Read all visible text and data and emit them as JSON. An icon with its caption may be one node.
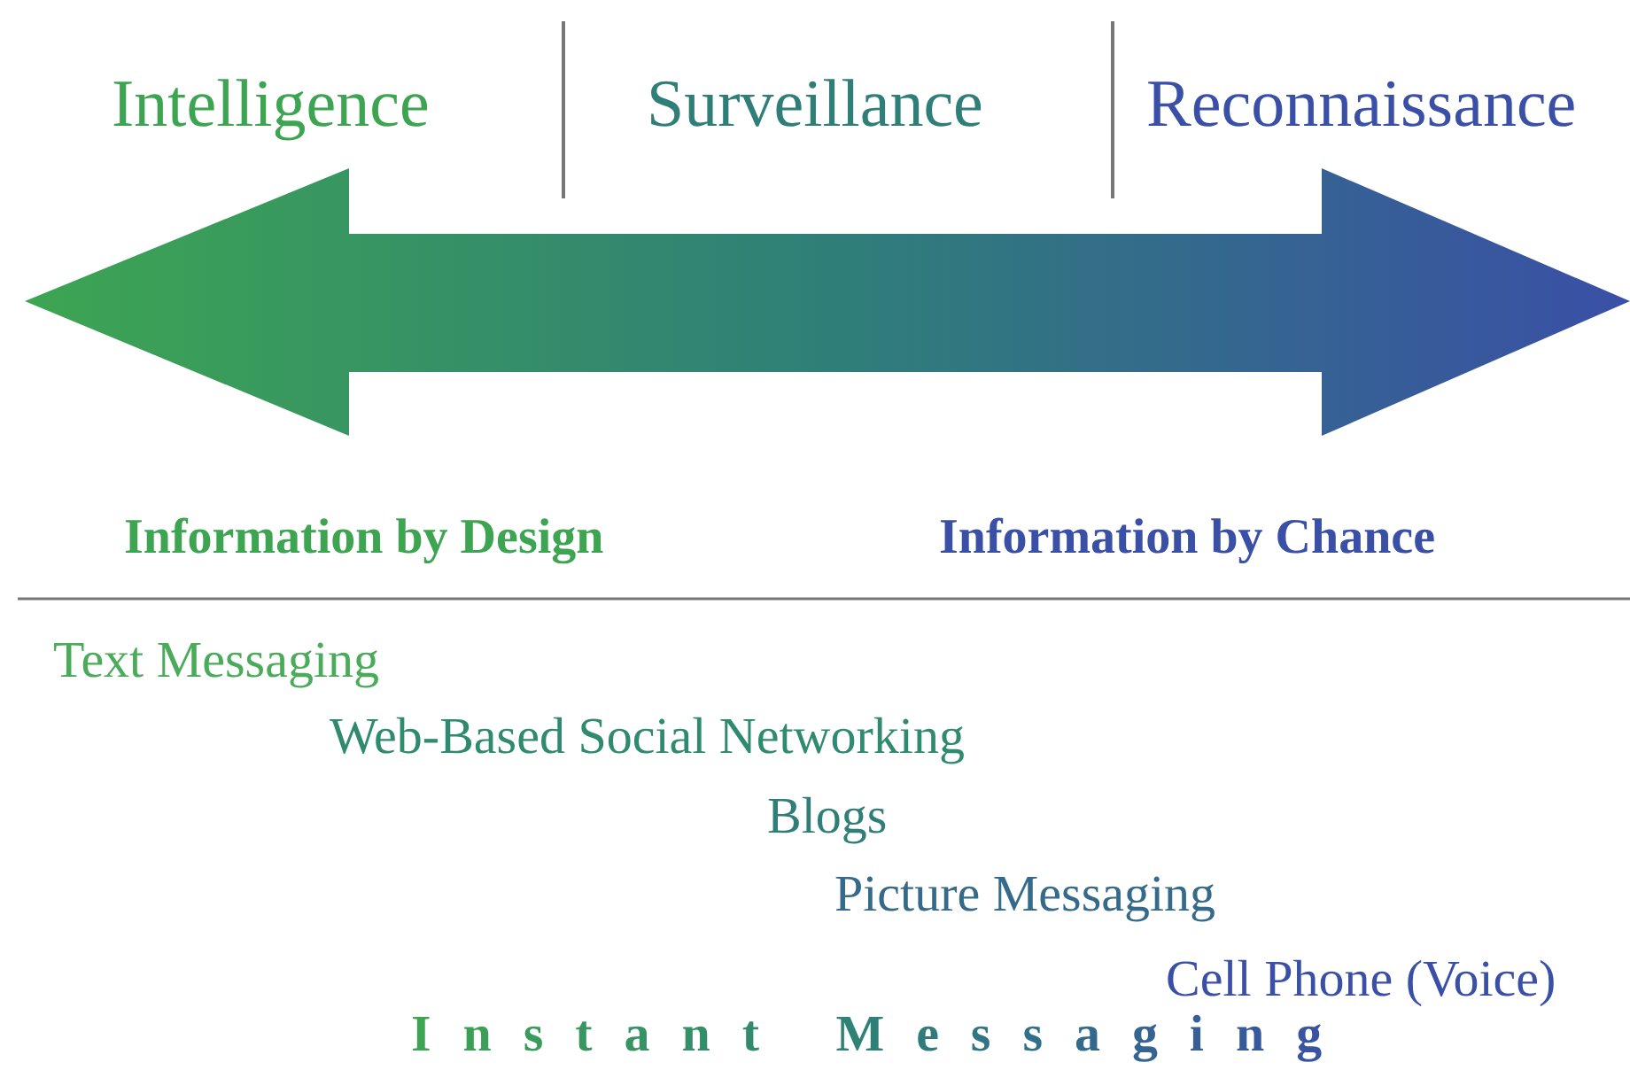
{
  "diagram": {
    "labels": [
      "Intelligence",
      "Surveillance",
      "Reconnaissance",
      "Information by Design",
      "Information by Chance",
      "Text Messaging",
      "Web-Based Social Networking",
      "Blogs",
      "Picture Messaging",
      "Cell Phone (Voice)",
      "Instant Messaging"
    ]
  }
}
